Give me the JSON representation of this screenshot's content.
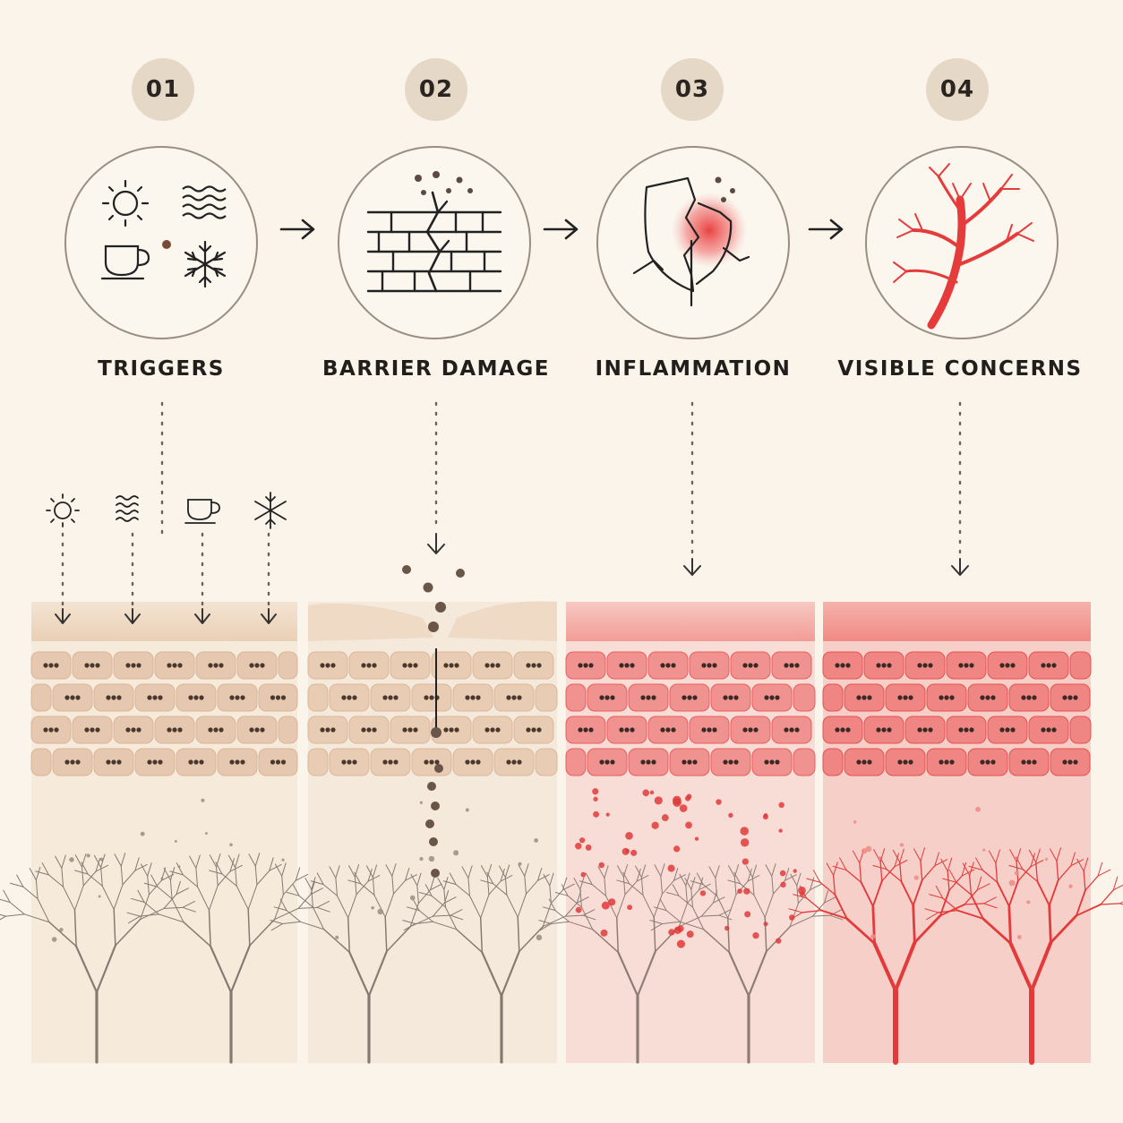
{
  "steps": [
    {
      "number": "01",
      "label": "TRIGGERS",
      "icon": "triggers-icons"
    },
    {
      "number": "02",
      "label": "BARRIER DAMAGE",
      "icon": "cracked-brick-wall-icon"
    },
    {
      "number": "03",
      "label": "INFLAMMATION",
      "icon": "broken-shield-icon"
    },
    {
      "number": "04",
      "label": "VISIBLE CONCERNS",
      "icon": "blood-vessel-icon"
    }
  ],
  "trigger_icons": [
    "sun-icon",
    "wind-icon",
    "coffee-cup-icon",
    "snowflake-icon"
  ],
  "colors": {
    "background": "#faf4ea",
    "badge": "#e6d8c6",
    "skin_neutral": "#d9b59a",
    "cell_neutral": "#e2c3aa",
    "vessel_neutral": "#8b7f78",
    "inflammation_red": "#e8393a",
    "ink": "#221e1b"
  }
}
